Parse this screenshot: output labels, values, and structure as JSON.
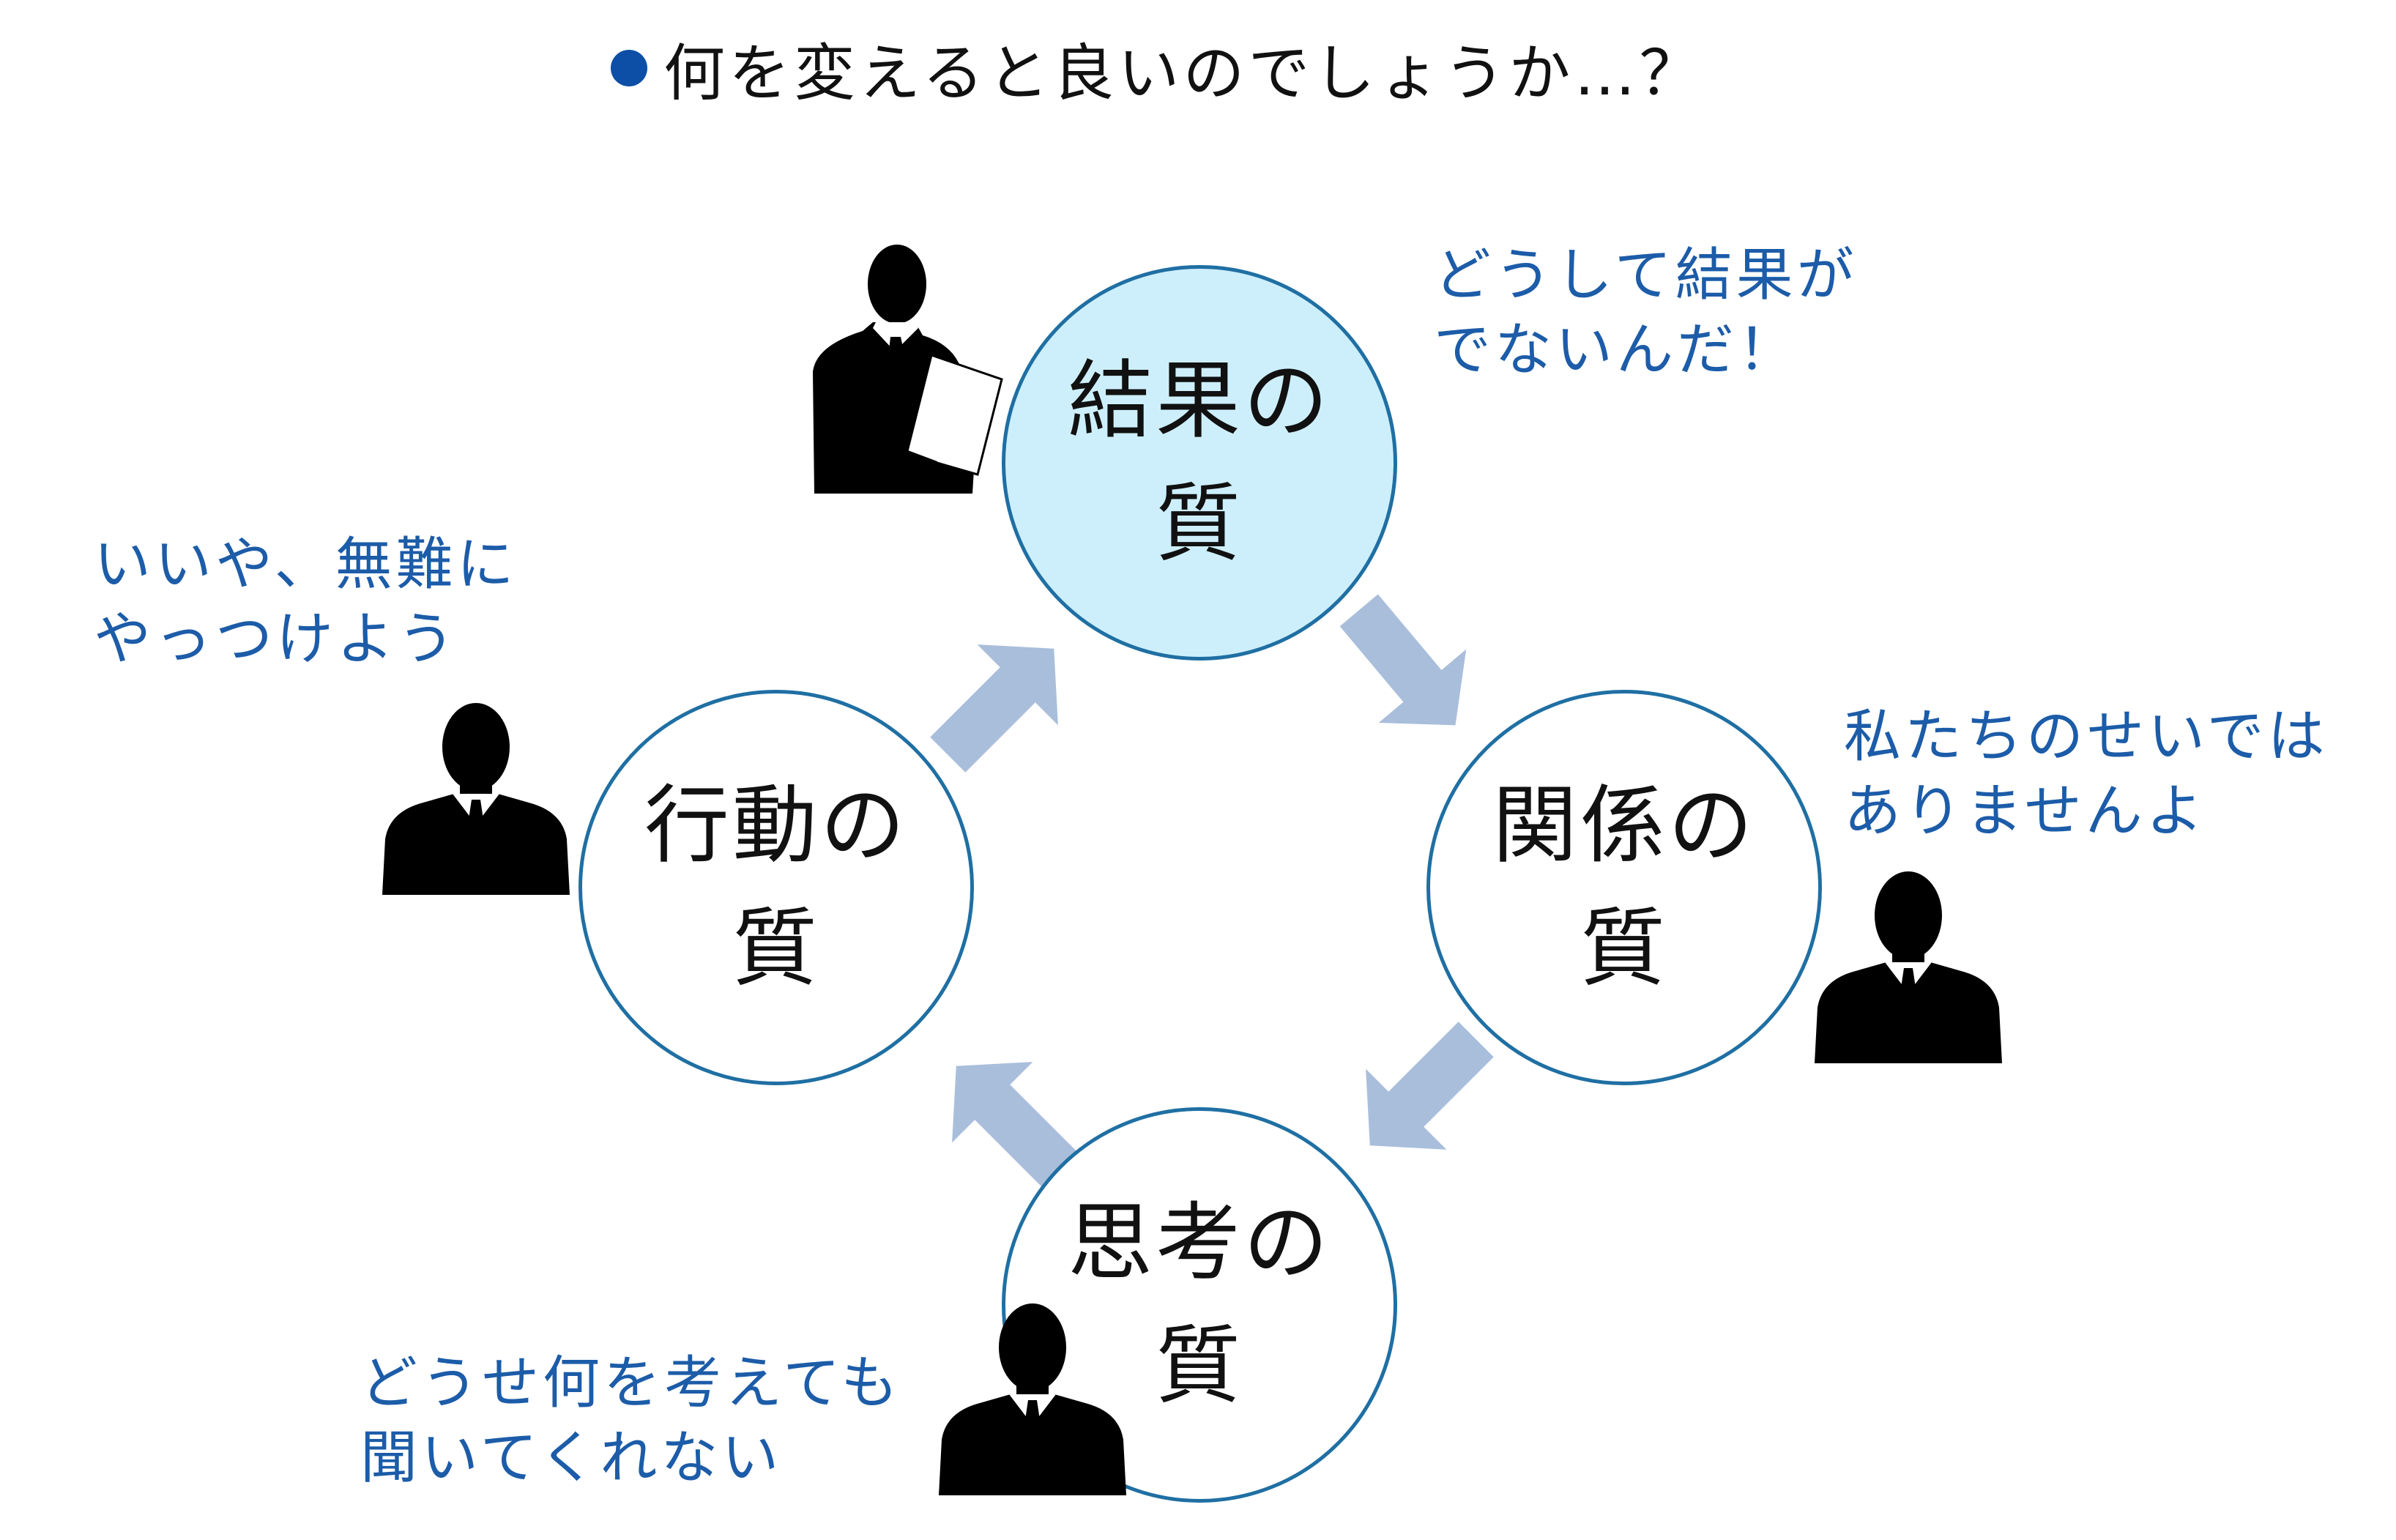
{
  "title": "何を変えると良いのでしょうか…？",
  "colors": {
    "accent_dot": "#0d4ea6",
    "circle_border": "#1f6fa3",
    "result_fill": "#cdeffc",
    "arrow": "#a9bedb",
    "speech_text": "#1c5ca8"
  },
  "circles": {
    "result": {
      "line1": "結果の",
      "line2": "質"
    },
    "relationship": {
      "line1": "関係の",
      "line2": "質"
    },
    "thinking": {
      "line1": "思考の",
      "line2": "質"
    },
    "action": {
      "line1": "行動の",
      "line2": "質"
    }
  },
  "speech": {
    "result": {
      "line1": "どうして結果が",
      "line2": "でないんだ！"
    },
    "relationship": {
      "line1": "私たちのせいでは",
      "line2": "ありませんよ"
    },
    "thinking": {
      "line1": "どうせ何を考えても",
      "line2": "聞いてくれない"
    },
    "action": {
      "line1": "いいや、無難に",
      "line2": "やっつけよう"
    }
  },
  "icons": {
    "result_person": "businessman-reading-document-silhouette",
    "other_people": "businessman-silhouette",
    "arrows": "cycle-arrow"
  }
}
